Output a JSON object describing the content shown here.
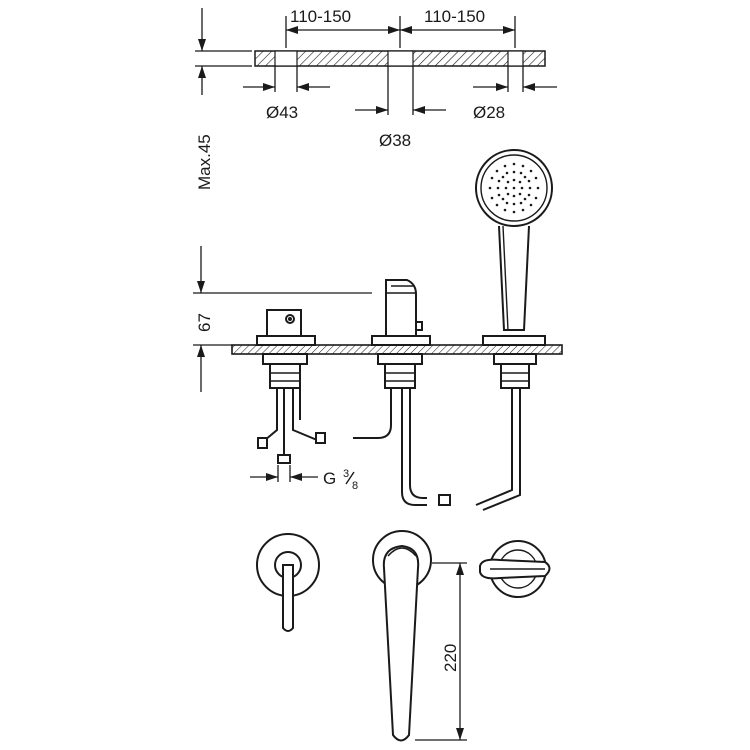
{
  "dimensions": {
    "spacing_left": "110-150",
    "spacing_right": "110-150",
    "deck_thickness": "Max.45",
    "hole_left": "Ø43",
    "hole_center": "Ø38",
    "hole_right": "Ø28",
    "height": "67",
    "thread_main": "G",
    "thread_frac_num": "3",
    "thread_frac_den": "8",
    "handle_length": "220"
  }
}
